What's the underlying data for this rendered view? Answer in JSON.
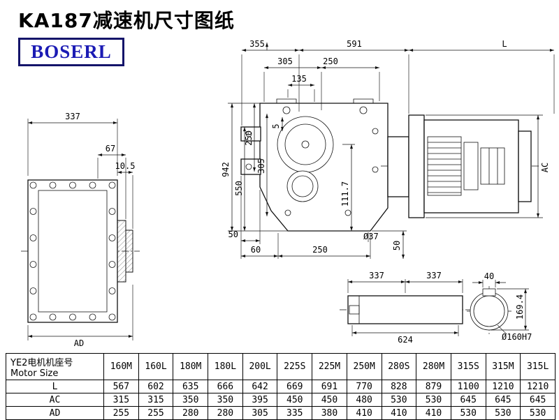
{
  "page": {
    "title": "KA187减速机尺寸图纸",
    "logo_text": "BOSERL"
  },
  "dims": {
    "top_355": "355",
    "top_591": "591",
    "motor_L": "L",
    "mid_305": "305",
    "mid_250": "250",
    "top_135": "135",
    "height_942": "942",
    "left_250": "250",
    "left_5": "5",
    "left_305": "305",
    "left_550": "550",
    "right_111_7": "111.7",
    "bottom_50_left": "50",
    "bottom_60": "60",
    "bottom_250": "250",
    "bore_dia": "Ø37",
    "bottom_50_right": "50",
    "motor_AC": "AC",
    "side_337": "337",
    "side_67": "67",
    "side_10_5": "10.5",
    "side_AD": "AD",
    "shaft_337a": "337",
    "shaft_337b": "337",
    "shaft_624": "624",
    "key_40": "40",
    "key_169_4": "169.4",
    "shaft_dia": "Ø160H7"
  },
  "table": {
    "size_label_cn": "YE2电机机座号",
    "size_label_en": "Motor Size",
    "columns": [
      "160M",
      "160L",
      "180M",
      "180L",
      "200L",
      "225S",
      "225M",
      "250M",
      "280S",
      "280M",
      "315S",
      "315M",
      "315L"
    ],
    "rows": [
      {
        "label": "L",
        "values": [
          567,
          602,
          635,
          666,
          642,
          669,
          691,
          770,
          828,
          879,
          1100,
          1210,
          1210
        ]
      },
      {
        "label": "AC",
        "values": [
          315,
          315,
          350,
          350,
          395,
          450,
          450,
          480,
          530,
          530,
          645,
          645,
          645
        ]
      },
      {
        "label": "AD",
        "values": [
          255,
          255,
          280,
          280,
          305,
          335,
          380,
          410,
          410,
          410,
          530,
          530,
          530
        ]
      }
    ]
  }
}
